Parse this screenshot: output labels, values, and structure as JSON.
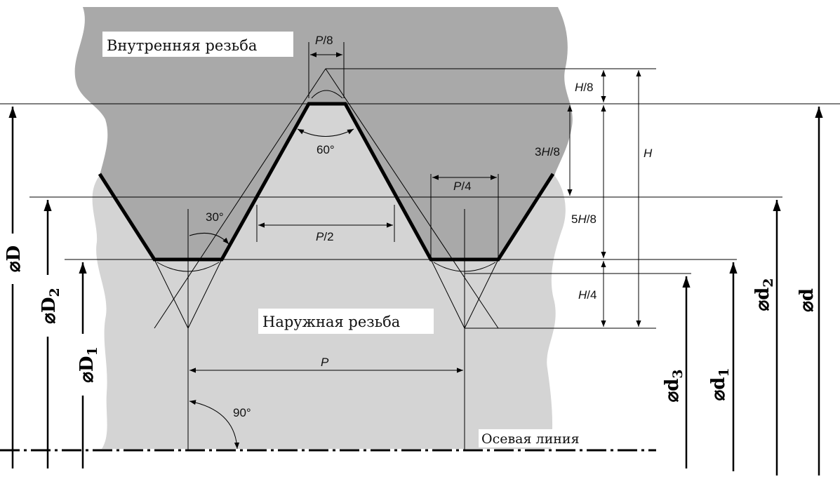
{
  "regions": {
    "internal_label": "Внутренняя резьба",
    "external_label": "Наружная резьба",
    "axis_label": "Осевая линия"
  },
  "dims": {
    "p8_var": "P",
    "p8_rest": "/8",
    "h8_var": "H",
    "h8_rest": "/8",
    "h38_pre": "3",
    "h38_var": "H",
    "h38_rest": "/8",
    "h_var": "H",
    "h58_pre": "5",
    "h58_var": "H",
    "h58_rest": "/8",
    "h4_var": "H",
    "h4_rest": "/4",
    "p4_var": "P",
    "p4_rest": "/4",
    "p2_var": "P",
    "p2_rest": "/2",
    "p_var": "P"
  },
  "angles": {
    "flank": "60°",
    "half": "30°",
    "right": "90°"
  },
  "diameters": {
    "D": {
      "sym": "⌀",
      "letter": "D",
      "sub": ""
    },
    "D2": {
      "sym": "⌀",
      "letter": "D",
      "sub": "2"
    },
    "D1": {
      "sym": "⌀",
      "letter": "D",
      "sub": "1"
    },
    "d3": {
      "sym": "⌀",
      "letter": "d",
      "sub": "3"
    },
    "d1": {
      "sym": "⌀",
      "letter": "d",
      "sub": "1"
    },
    "d2": {
      "sym": "⌀",
      "letter": "d",
      "sub": "2"
    },
    "d": {
      "sym": "⌀",
      "letter": "d",
      "sub": ""
    }
  },
  "colors": {
    "internal_fill": "#a9a9a9",
    "external_fill": "#d4d4d4",
    "outline": "#000000"
  }
}
